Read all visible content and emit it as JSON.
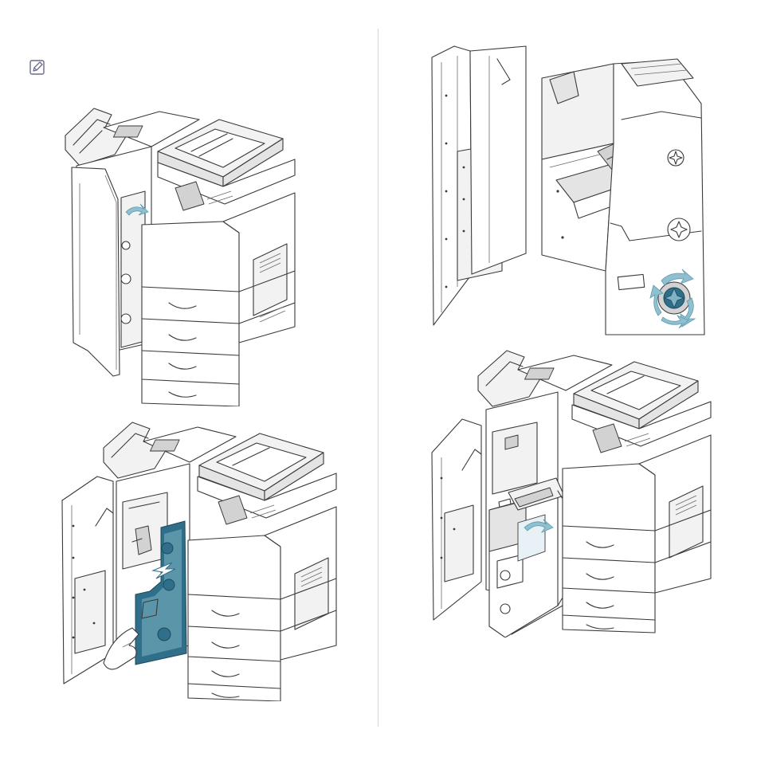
{
  "icons": {
    "note": "note-pencil-icon"
  },
  "colors": {
    "accent": "#2f6f89",
    "arrow": "#8fc0d0",
    "line": "#3a3a3a",
    "divider": "#d6d6d6"
  },
  "illustrations": [
    {
      "id": "step-open-finisher-door"
    },
    {
      "id": "step-turn-knob"
    },
    {
      "id": "step-push-lever"
    },
    {
      "id": "step-pull-out-unit"
    }
  ]
}
